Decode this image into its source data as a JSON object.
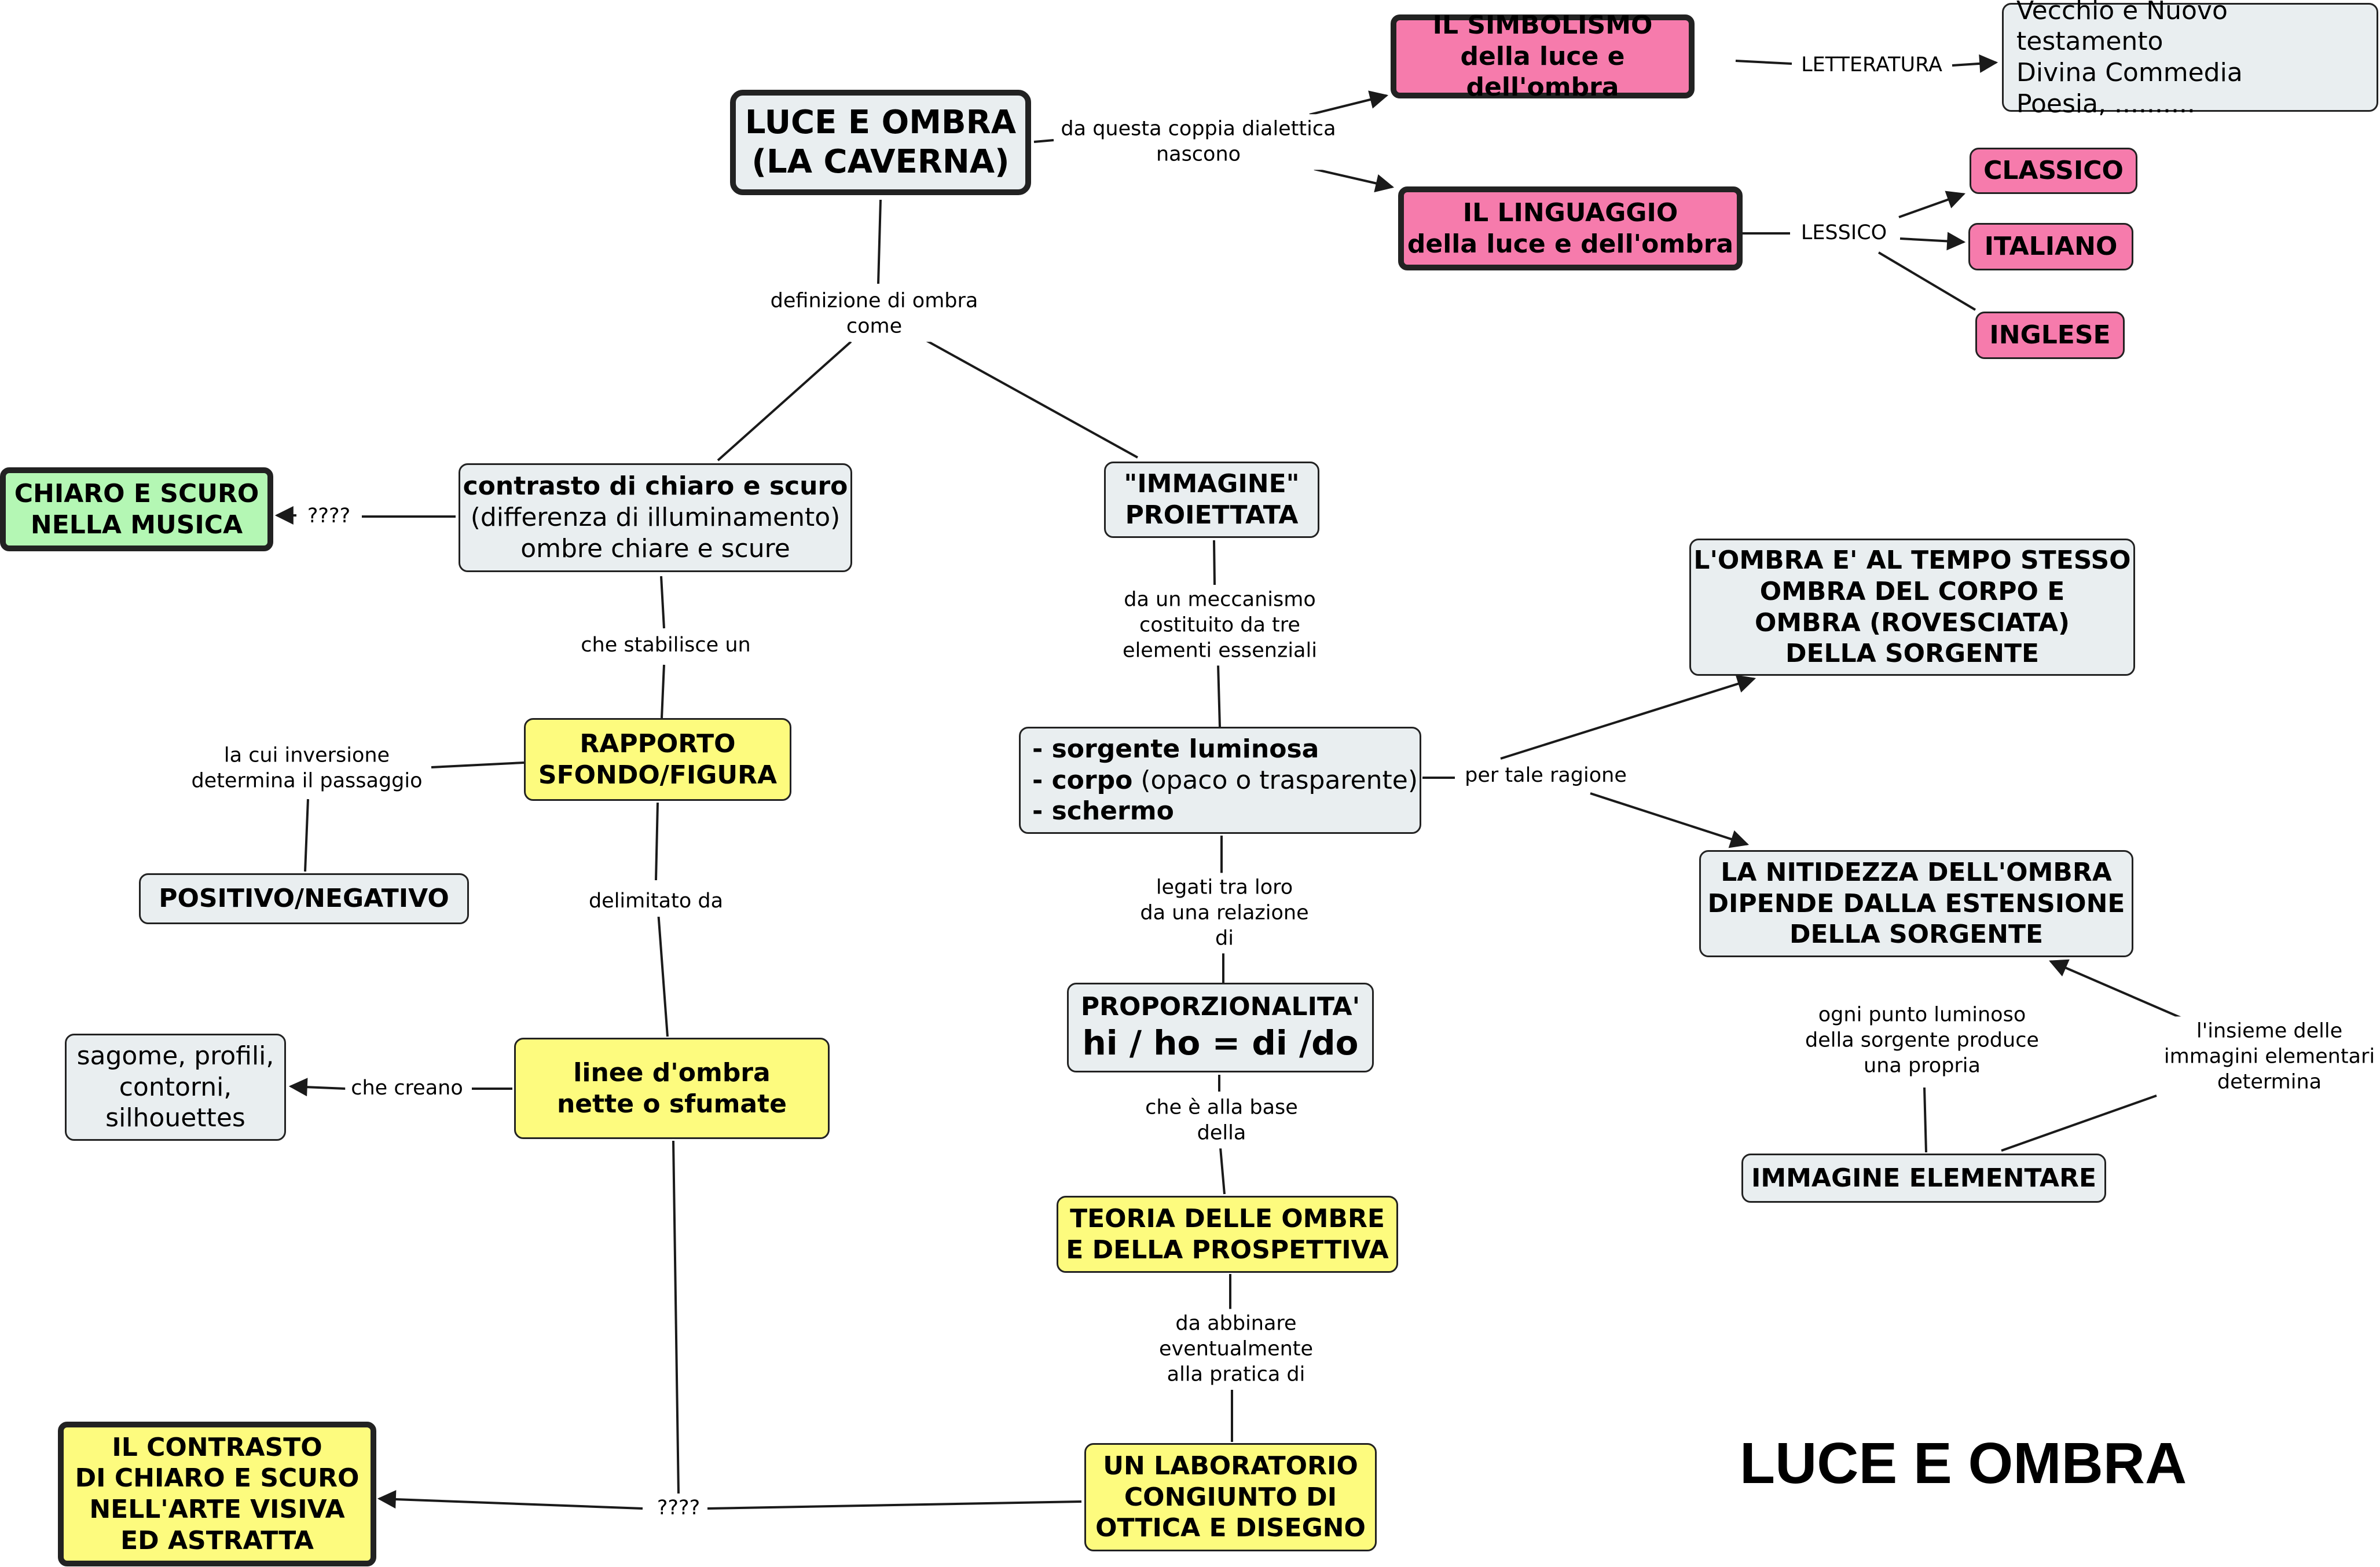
{
  "title": "LUCE E OMBRA",
  "nodes": {
    "center": {
      "line1": "LUCE E OMBRA",
      "line2": "(LA CAVERNA)"
    },
    "simbolismo": {
      "line1": "IL SIMBOLISMO",
      "line2": "della luce e dell'ombra"
    },
    "linguaggio": {
      "line1": "IL LINGUAGGIO",
      "line2": "della luce e dell'ombra"
    },
    "letteratura_list": {
      "line1": "Vecchio e Nuovo testamento",
      "line2": "Divina Commedia",
      "line3": "Poesia, .........."
    },
    "classico": "CLASSICO",
    "italiano": "ITALIANO",
    "inglese": "INGLESE",
    "chiaro_musica": {
      "line1": "CHIARO E SCURO",
      "line2": "NELLA MUSICA"
    },
    "contrasto": {
      "line1": "contrasto di chiaro e scuro",
      "line2": "(differenza di illuminamento)",
      "line3": "ombre chiare e scure"
    },
    "immagine_proiettata": {
      "line1": "\"IMMAGINE\"",
      "line2": "PROIETTATA"
    },
    "rapporto": {
      "line1": "RAPPORTO",
      "line2": "SFONDO/FIGURA"
    },
    "positivo": "POSITIVO/NEGATIVO",
    "linee": {
      "line1": "linee d'ombra",
      "line2": "nette o sfumate"
    },
    "sagome": {
      "line1": "sagome, profili,",
      "line2": "contorni,",
      "line3": "silhouettes"
    },
    "contrasto_arte": {
      "line1": "IL CONTRASTO",
      "line2": "DI CHIARO E SCURO",
      "line3": "NELL'ARTE VISIVA",
      "line4": "ED ASTRATTA"
    },
    "sorgente": {
      "l1_bold": "- sorgente luminosa",
      "l2_bold": "- corpo",
      "l2_rest": " (opaco o trasparente)",
      "l3_bold": "- schermo"
    },
    "proporzionalita": {
      "line1": "PROPORZIONALITA'",
      "line2": "hi / ho = di /do"
    },
    "teoria": {
      "line1": "TEORIA DELLE OMBRE",
      "line2": "E DELLA PROSPETTIVA"
    },
    "laboratorio": {
      "line1": "UN LABORATORIO",
      "line2": "CONGIUNTO DI",
      "line3": "OTTICA E DISEGNO"
    },
    "ombra_corpo": {
      "line1": "L'OMBRA E' AL TEMPO STESSO",
      "line2": "OMBRA DEL CORPO E",
      "line3": "OMBRA (ROVESCIATA)",
      "line4": "DELLA SORGENTE"
    },
    "nitidezza": {
      "line1": "LA NITIDEZZA DELL'OMBRA",
      "line2": "DIPENDE DALLA ESTENSIONE",
      "line3": "DELLA SORGENTE"
    },
    "immagine_elementare": "IMMAGINE ELEMENTARE"
  },
  "labels": {
    "da_questa": {
      "line1": "da questa coppia dialettica",
      "line2": "nascono"
    },
    "letteratura": "LETTERATURA",
    "lessico": "LESSICO",
    "definizione": {
      "line1": "definizione di ombra",
      "line2": "come"
    },
    "q_musica": "????",
    "che_stabilisce": "che stabilisce un",
    "la_cui": {
      "line1": "la cui inversione",
      "line2": "determina il passaggio"
    },
    "delimitato": "delimitato da",
    "che_creano": "che creano",
    "q_arte": "????",
    "da_un_meccanismo": {
      "line1": "da un meccanismo",
      "line2": "costituito da tre",
      "line3": "elementi essenziali"
    },
    "per_tale": "per tale ragione",
    "legati": {
      "line1": "legati tra loro",
      "line2": "da una relazione",
      "line3": "di"
    },
    "che_e": {
      "line1": "che è alla base",
      "line2": "della"
    },
    "da_abbinare": {
      "line1": "da abbinare",
      "line2": "eventualmente",
      "line3": "alla pratica di"
    },
    "ogni_punto": {
      "line1": "ogni punto luminoso",
      "line2": "della sorgente produce",
      "line3": "una propria"
    },
    "insieme": {
      "line1": "l'insieme delle",
      "line2": "immagini elementari",
      "line3": "determina"
    }
  },
  "colors": {
    "pink": "#f67bac",
    "yellow": "#fdfb7e",
    "green": "#b4f7b4",
    "grey": "#e9eef0",
    "line": "#1a1a1a"
  }
}
